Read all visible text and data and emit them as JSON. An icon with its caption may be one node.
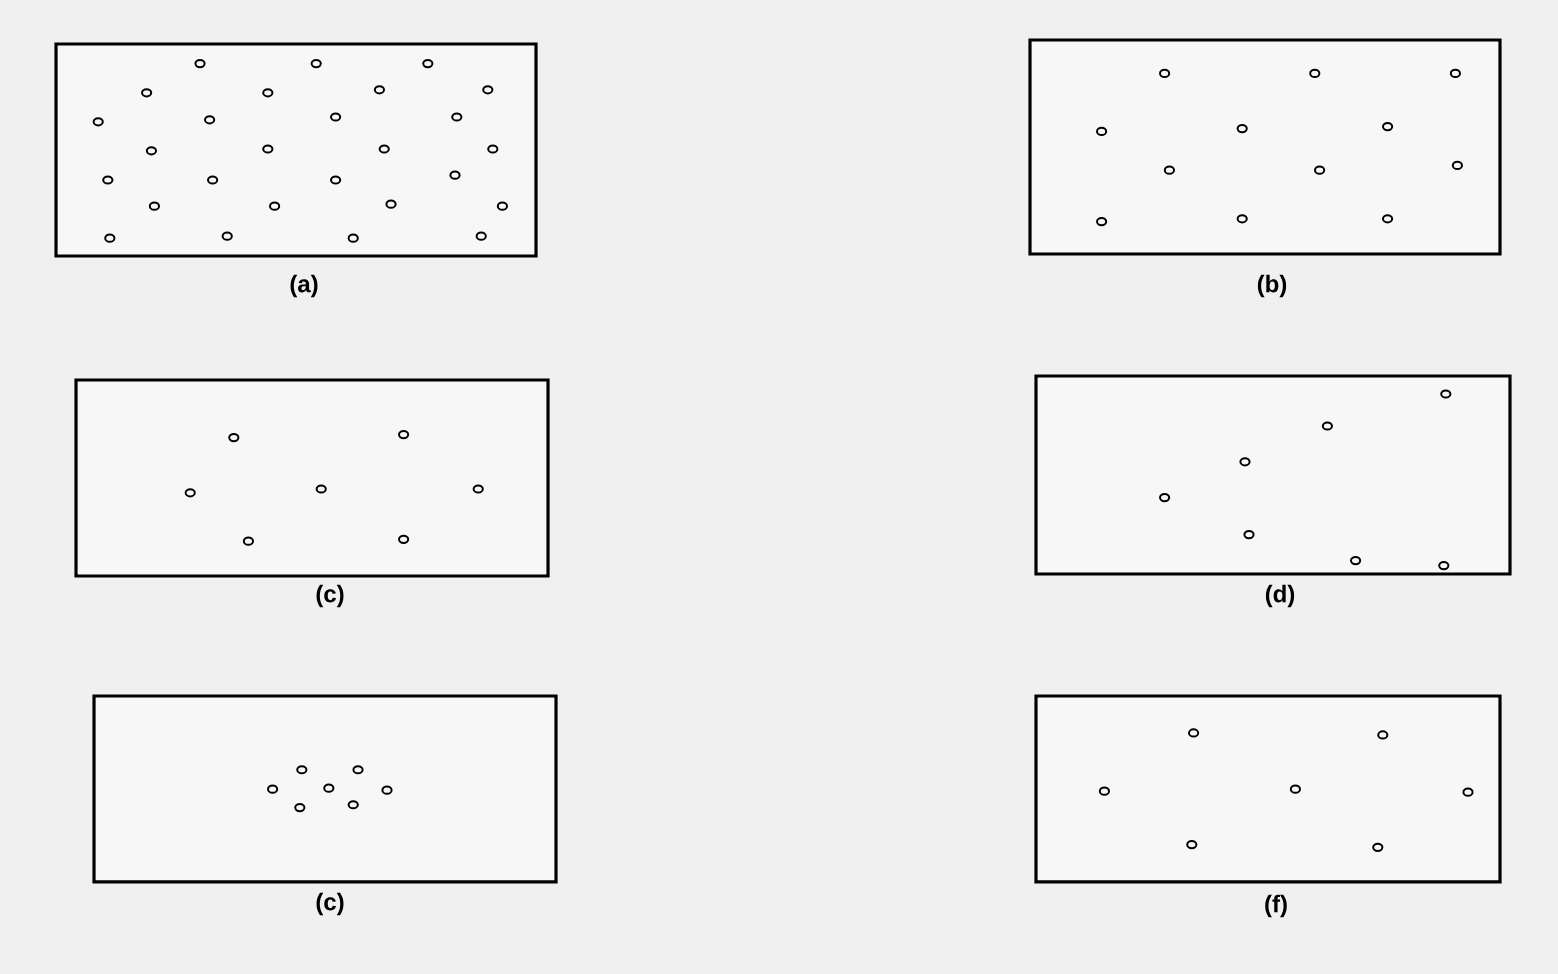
{
  "diagram": {
    "labels": [
      "(a)",
      "(b)",
      "(c)",
      "(d)",
      "(c)",
      "(f)"
    ]
  }
}
